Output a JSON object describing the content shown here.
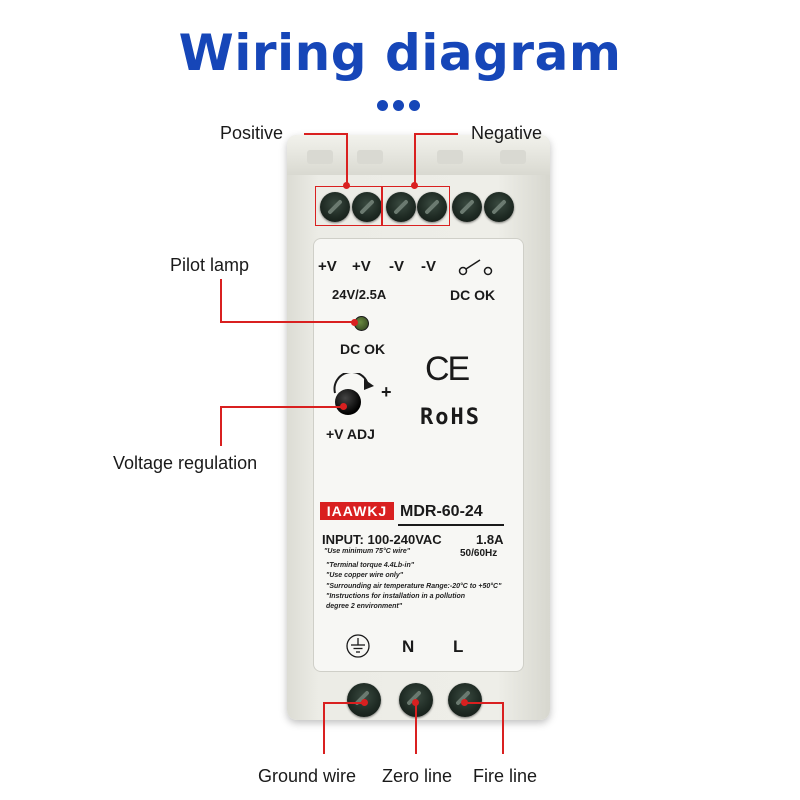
{
  "title": "Wiring diagram",
  "colors": {
    "accent": "#1646b8",
    "callout": "#d92020"
  },
  "callouts": {
    "positive": "Positive",
    "negative": "Negative",
    "pilot_lamp": "Pilot lamp",
    "voltage_regulation": "Voltage regulation",
    "ground_wire": "Ground wire",
    "zero_line": "Zero line",
    "fire_line": "Fire line"
  },
  "panel": {
    "terminals_top": [
      "+V",
      "+V",
      "-V",
      "-V"
    ],
    "rating": "24V/2.5A",
    "dc_ok": "DC OK",
    "adj_plus": "+",
    "adj_label": "+V ADJ",
    "ce_mark": "CE",
    "rohs": "RoHS",
    "brand": "IAAWKJ",
    "model": "MDR-60-24",
    "input": "INPUT: 100-240VAC",
    "current": "1.8A",
    "frequency": "50/60Hz",
    "notes": [
      "\"Use minimum 75°C wire\"",
      "\"Terminal torque 4.4Lb-in\"",
      "\"Use copper wire only\"",
      "\"Surrounding air temperature Range:-20°C  to +50°C\"",
      "\"Instructions for installation in a pollution",
      "degree 2 environment\""
    ],
    "bottom_terminals": [
      "N",
      "L"
    ]
  }
}
